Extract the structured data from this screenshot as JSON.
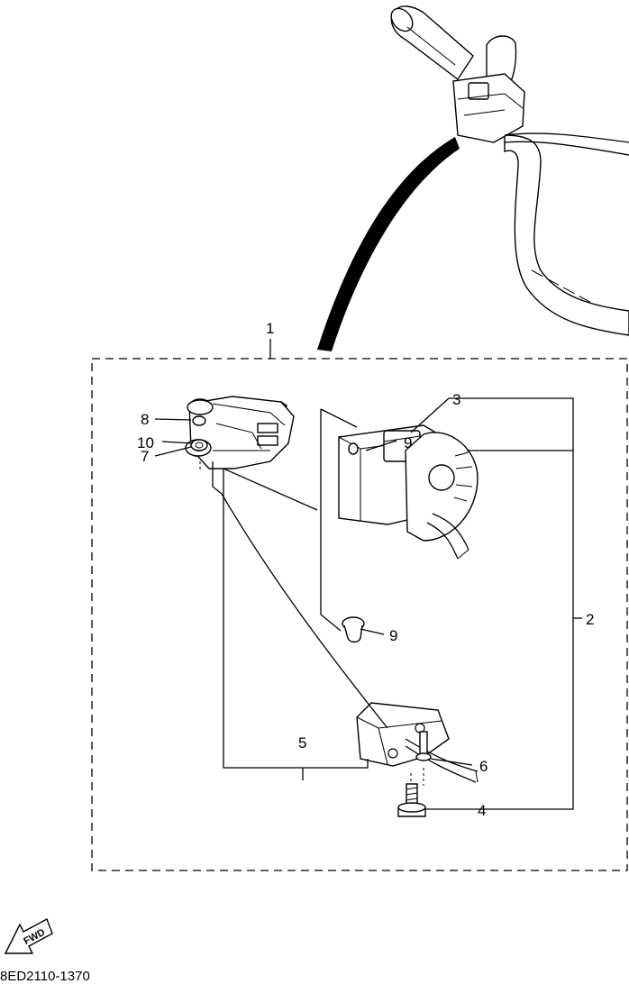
{
  "diagram": {
    "callouts": {
      "c1": "1",
      "c2": "2",
      "c3": "3",
      "c4": "4",
      "c5": "5",
      "c6": "6",
      "c7": "7",
      "c8": "8",
      "c9a": "9",
      "c9b": "9",
      "c10": "10"
    },
    "fwd_label": "FWD",
    "catalog_code": "8ED2110-1370"
  }
}
